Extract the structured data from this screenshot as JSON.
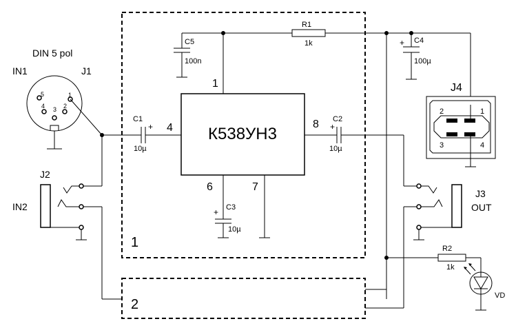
{
  "connectors": {
    "din_title": "DIN 5 pol",
    "in1": "IN1",
    "j1": "J1",
    "j2": "J2",
    "in2": "IN2",
    "j3": "J3",
    "out": "OUT",
    "j4": "J4",
    "din_pins": [
      "5",
      "4",
      "3",
      "2",
      "1"
    ],
    "usb_pins": [
      "2",
      "1",
      "3",
      "4"
    ]
  },
  "ic": {
    "name": "К538УН3",
    "pins": {
      "p1": "1",
      "p4": "4",
      "p8": "8",
      "p6": "6",
      "p7": "7"
    }
  },
  "components": {
    "c1": {
      "ref": "C1",
      "value": "10µ",
      "pol": "+"
    },
    "c2": {
      "ref": "C2",
      "value": "10µ",
      "pol": "+"
    },
    "c3": {
      "ref": "C3",
      "value": "10µ",
      "pol": "+"
    },
    "c4": {
      "ref": "C4",
      "value": "100µ",
      "pol": "+"
    },
    "c5": {
      "ref": "C5",
      "value": "100n"
    },
    "r1": {
      "ref": "R1",
      "value": "1k"
    },
    "r2": {
      "ref": "R2",
      "value": "1k"
    },
    "vd": {
      "ref": "VD"
    }
  },
  "blocks": {
    "b1": "1",
    "b2": "2"
  }
}
